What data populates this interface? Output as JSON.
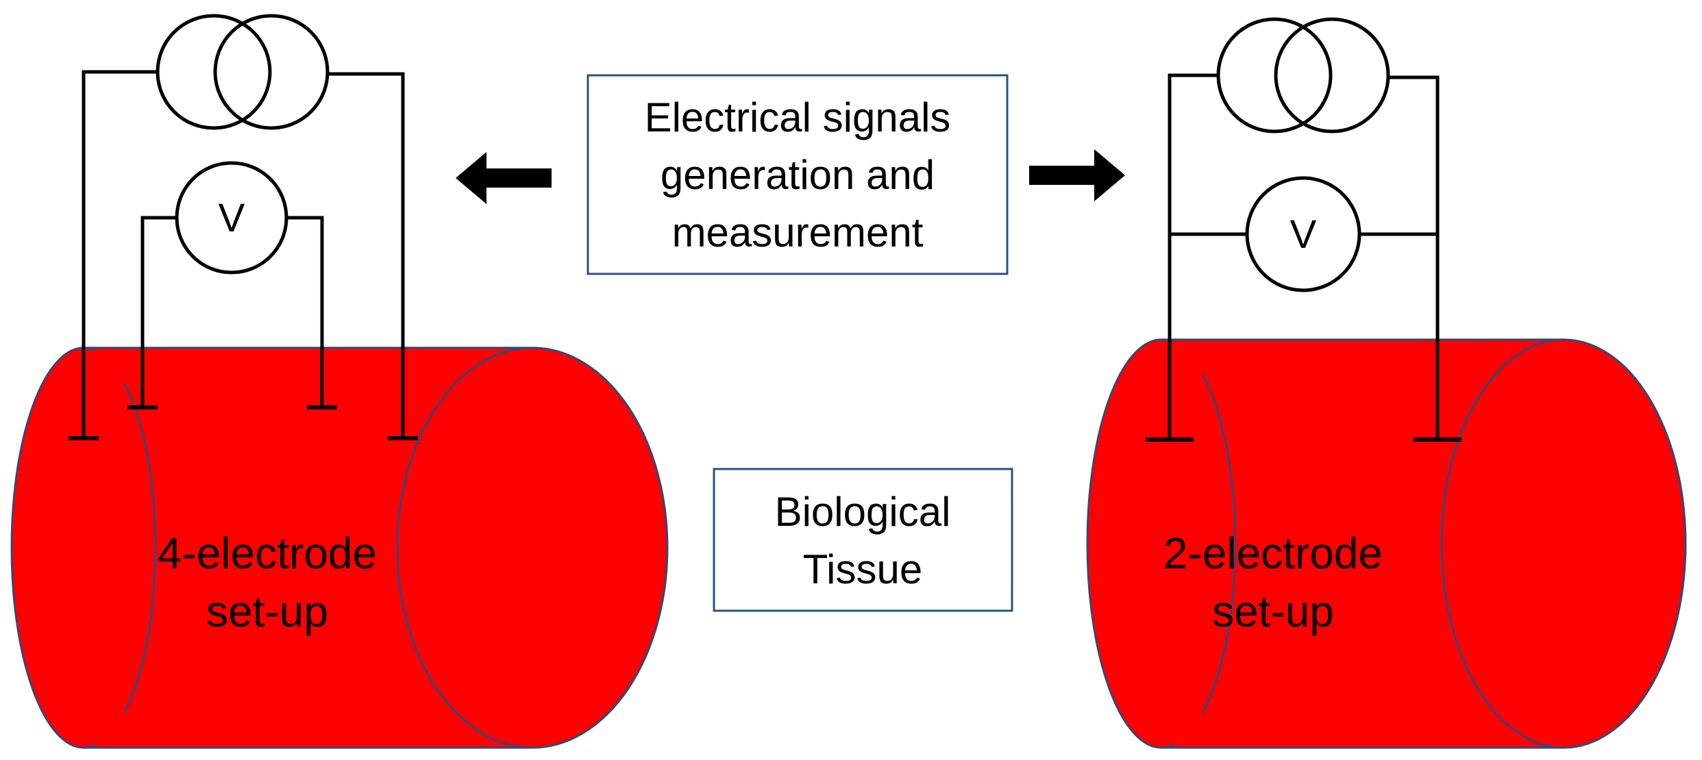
{
  "colors": {
    "tissue_fill": "#ff0000",
    "tissue_outline": "#2f4a7a",
    "box_border": "#2c4f86",
    "wire": "#000000",
    "text": "#000000",
    "background": "#ffffff"
  },
  "signals_box": {
    "lines": [
      "Electrical signals",
      "generation and",
      "measurement"
    ]
  },
  "tissue_box": {
    "lines": [
      "Biological",
      "Tissue"
    ]
  },
  "setups": {
    "four_electrode": {
      "lines": [
        "4-electrode",
        "set-up"
      ],
      "voltmeter_label": "V",
      "current_source_icon": "current-source-icon",
      "electrode_count": 4
    },
    "two_electrode": {
      "lines": [
        "2-electrode",
        "set-up"
      ],
      "voltmeter_label": "V",
      "current_source_icon": "current-source-icon",
      "electrode_count": 2
    }
  },
  "arrows": {
    "left_icon": "arrow-left-icon",
    "right_icon": "arrow-right-icon"
  }
}
